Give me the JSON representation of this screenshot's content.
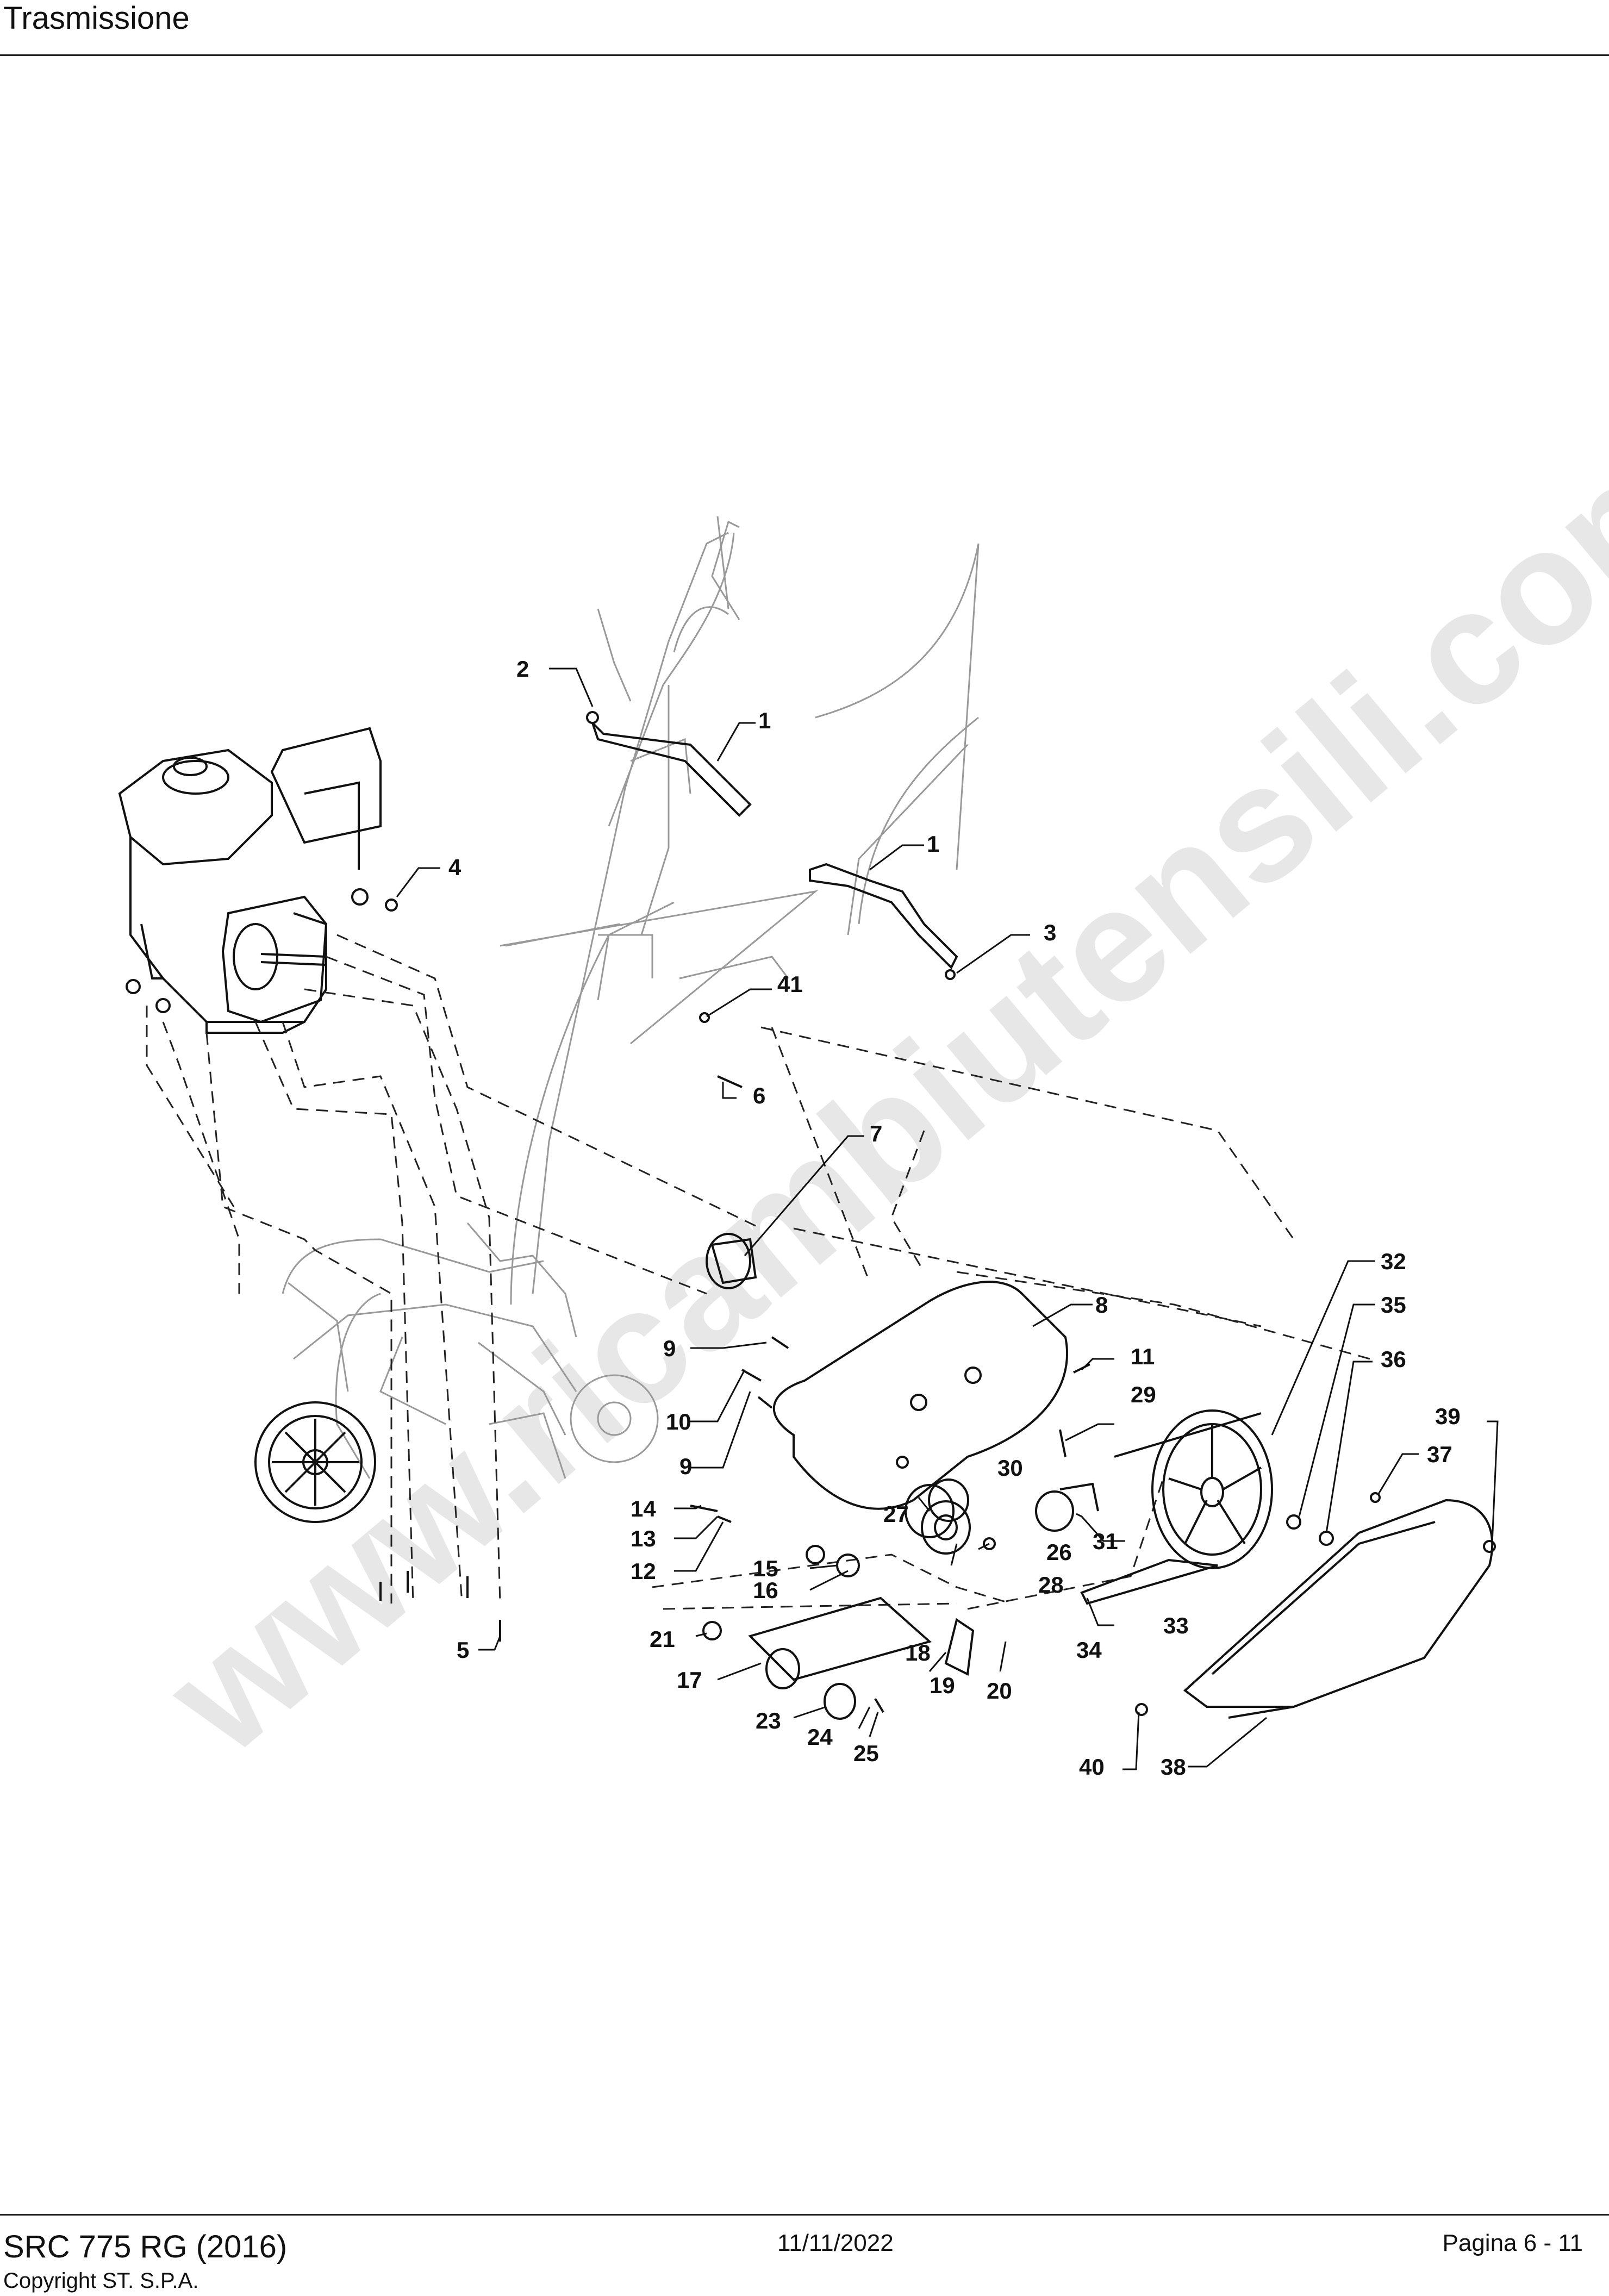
{
  "header": {
    "title": "Trasmissione"
  },
  "footer": {
    "model": "SRC 775 RG (2016)",
    "date": "11/11/2022",
    "page": "Pagina 6 - 11",
    "copyright": "Copyright ST. S.P.A."
  },
  "watermark": {
    "text": "www.ricambiutensili.com"
  },
  "callouts": [
    "1",
    "1",
    "2",
    "3",
    "4",
    "5",
    "6",
    "7",
    "8",
    "9",
    "9",
    "10",
    "11",
    "12",
    "13",
    "14",
    "15",
    "16",
    "17",
    "18",
    "19",
    "20",
    "21",
    "23",
    "24",
    "25",
    "26",
    "27",
    "28",
    "29",
    "30",
    "31",
    "32",
    "33",
    "34",
    "35",
    "36",
    "37",
    "38",
    "39",
    "40",
    "41"
  ]
}
